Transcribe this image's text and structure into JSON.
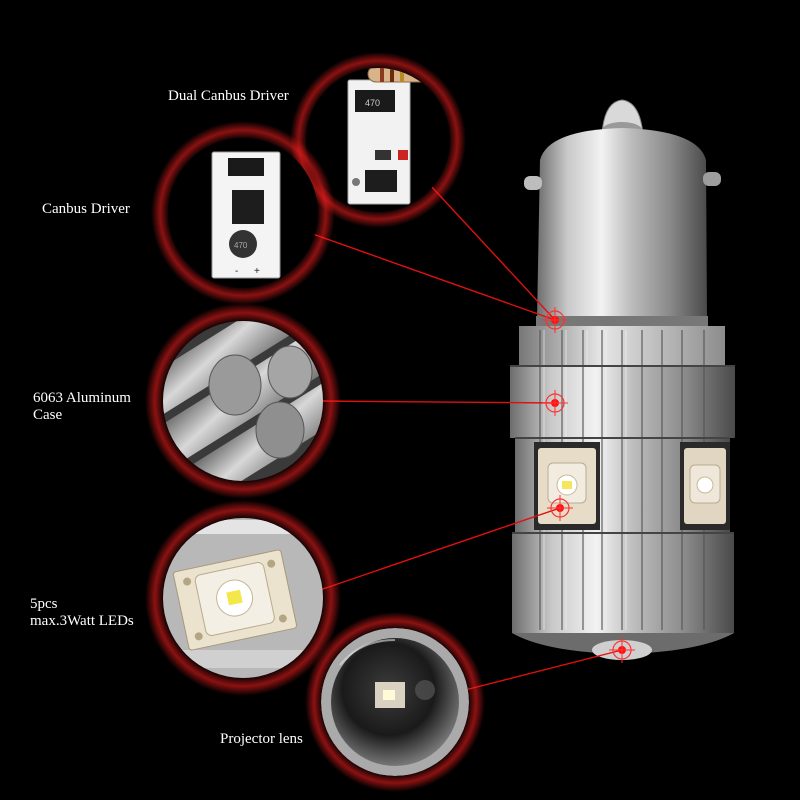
{
  "callouts": {
    "dual_canbus_driver": "Dual Canbus Driver",
    "canbus_driver": "Canbus Driver",
    "aluminum_case_line1": "6063 Aluminum",
    "aluminum_case_line2": "Case",
    "leds_line1": "5pcs",
    "leds_line2": "max.3Watt LEDs",
    "projector_lens": "Projector lens"
  },
  "component_markings": {
    "resistor_code": "470",
    "inductor_code": "470",
    "polarity_minus": "-",
    "polarity_plus": "+"
  },
  "colors": {
    "background": "#000000",
    "callout_glow": "#ff1a1a",
    "leader_line": "#e01010",
    "text": "#ffffff"
  }
}
